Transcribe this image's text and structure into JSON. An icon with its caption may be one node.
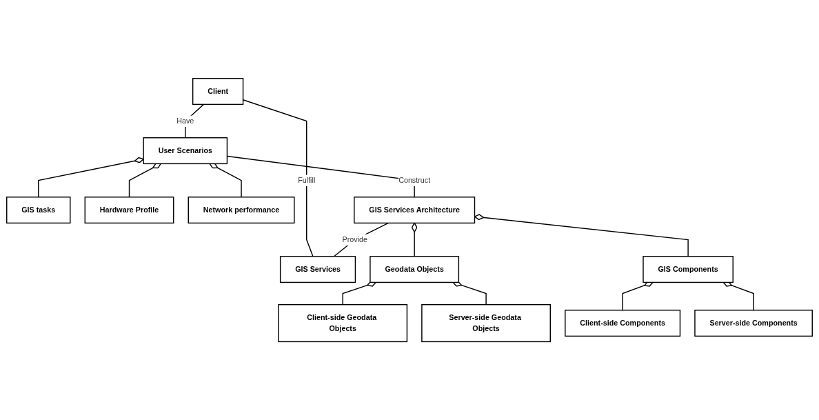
{
  "diagram": {
    "nodes": [
      {
        "text": [
          "Client"
        ]
      },
      {
        "text": [
          "User Scenarios"
        ]
      },
      {
        "text": [
          "GIS tasks"
        ]
      },
      {
        "text": [
          "Hardware Profile"
        ]
      },
      {
        "text": [
          "Network performance"
        ]
      },
      {
        "text": [
          "GIS Services"
        ]
      },
      {
        "text": [
          "GIS Services Architecture"
        ]
      },
      {
        "text": [
          "Geodata Objects"
        ]
      },
      {
        "text": [
          "GIS Components"
        ]
      },
      {
        "text": [
          "Client-side Geodata Objects"
        ]
      },
      {
        "text": [
          "Server-side Geodata Objects"
        ]
      },
      {
        "text": [
          "Client-side Components"
        ]
      },
      {
        "text": [
          "Server-side Components"
        ]
      }
    ],
    "edges": [
      {
        "from": 0,
        "to": 1,
        "arrow": "none",
        "label": "Have"
      },
      {
        "from": 1,
        "to": 2,
        "arrow": "other"
      },
      {
        "from": 1,
        "to": 3,
        "arrow": "other"
      },
      {
        "from": 1,
        "to": 4,
        "arrow": "other"
      },
      {
        "from": 0,
        "to": 5,
        "arrow": "none",
        "label": "Fulfill"
      },
      {
        "from": 1,
        "to": 6,
        "arrow": "none",
        "label": "Construct"
      },
      {
        "from": 6,
        "to": 5,
        "arrow": "none",
        "label": "Provide"
      },
      {
        "from": 6,
        "to": 7,
        "arrow": "other"
      },
      {
        "from": 6,
        "to": 8,
        "arrow": "other"
      },
      {
        "from": 7,
        "to": 9,
        "arrow": "other"
      },
      {
        "from": 7,
        "to": 10,
        "arrow": "other"
      },
      {
        "from": 8,
        "to": 11,
        "arrow": "other"
      },
      {
        "from": 8,
        "to": 12,
        "arrow": "other"
      }
    ]
  }
}
